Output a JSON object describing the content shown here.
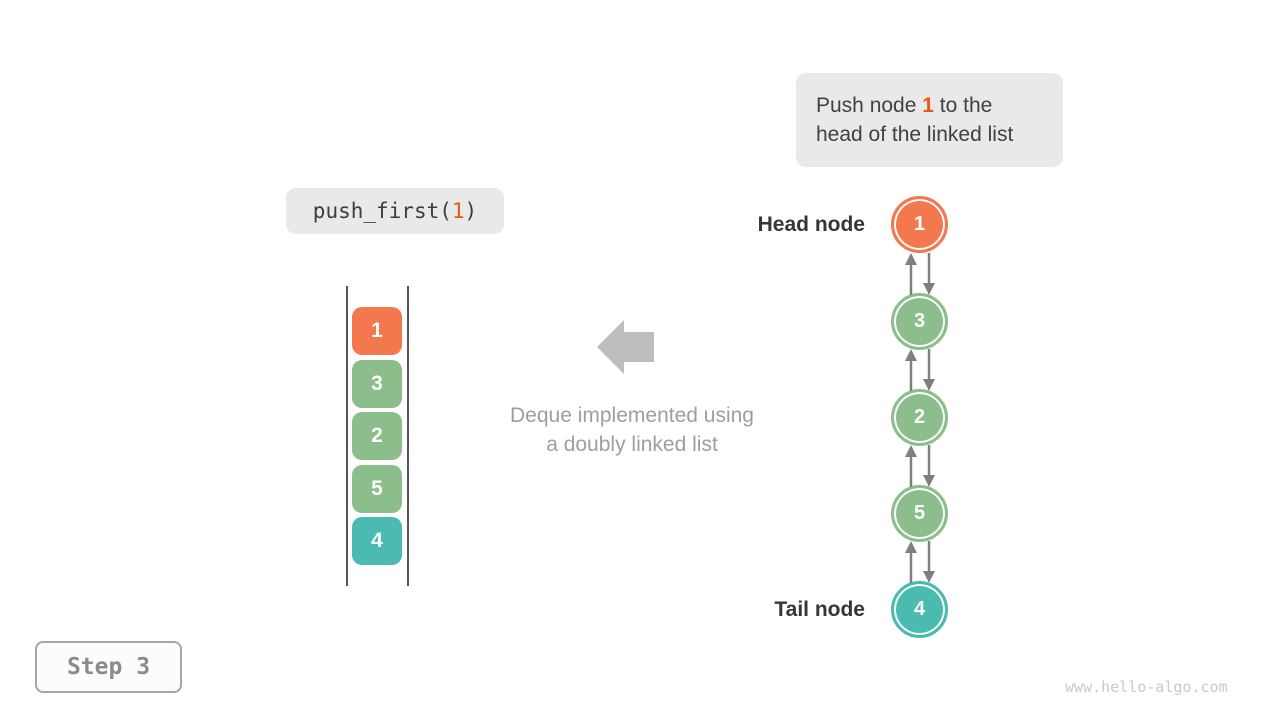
{
  "palette": {
    "orange": "#F4784E",
    "green": "#8CBE8C",
    "teal": "#4BBBB2",
    "highlight_orange": "#EA580C",
    "note_background": "#E9E9E9",
    "big_arrow_gray": "#BDBDBD",
    "connector_gray": "#7F7F7F"
  },
  "instruction": {
    "prefix": "Push node ",
    "highlight": "1",
    "suffix": " to the head of the linked list"
  },
  "code_call": {
    "prefix": "push_first(",
    "arg": "1",
    "suffix": ")"
  },
  "stack": {
    "items": [
      {
        "value": "1",
        "color": "#F4784E"
      },
      {
        "value": "3",
        "color": "#8CBE8C"
      },
      {
        "value": "2",
        "color": "#8CBE8C"
      },
      {
        "value": "5",
        "color": "#8CBE8C"
      },
      {
        "value": "4",
        "color": "#4BBBB2"
      }
    ]
  },
  "caption": {
    "line1": "Deque implemented using",
    "line2": "a doubly linked list"
  },
  "linked_list": {
    "head_label": "Head node",
    "tail_label": "Tail node",
    "nodes": [
      {
        "value": "1",
        "color": "#F4784E"
      },
      {
        "value": "3",
        "color": "#8CBE8C"
      },
      {
        "value": "2",
        "color": "#8CBE8C"
      },
      {
        "value": "5",
        "color": "#8CBE8C"
      },
      {
        "value": "4",
        "color": "#4BBBB2"
      }
    ]
  },
  "step": {
    "label": "Step 3"
  },
  "watermark": "www.hello-algo.com"
}
